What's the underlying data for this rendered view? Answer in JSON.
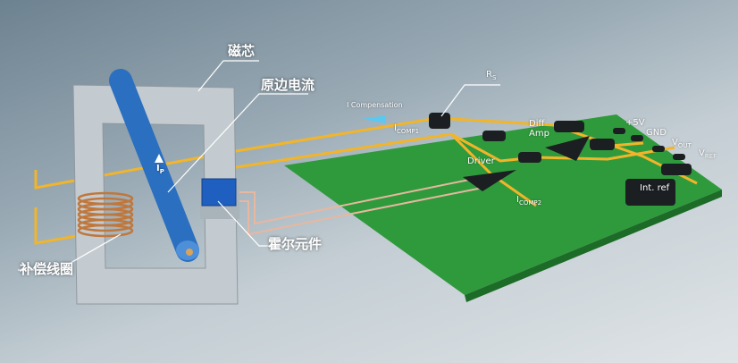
{
  "labels": {
    "core": "磁芯",
    "primary_current": "原边电流",
    "hall_element": "霍尔元件",
    "compensation_coil": "补偿线圈",
    "i_compensation": "I Compensation",
    "rs": {
      "main": "R",
      "sub": "S"
    },
    "icomp1": {
      "main": "I",
      "sub": "COMP1"
    },
    "icomp2": {
      "main": "I",
      "sub": "COMP2"
    },
    "ip": {
      "main": "I",
      "sub": "P"
    },
    "driver": "Driver",
    "diff_amp": "Diff\nAmp",
    "plus5v": "+5V",
    "gnd": "GND",
    "vout": {
      "main": "V",
      "sub": "OUT"
    },
    "vref": {
      "main": "V",
      "sub": "REF"
    },
    "int_ref": "Int. ref"
  },
  "colors": {
    "pcb": "#2f9a3c",
    "trace": "#f2b52a",
    "rod": "#2a6fc0",
    "core": "#c4cbd0"
  }
}
